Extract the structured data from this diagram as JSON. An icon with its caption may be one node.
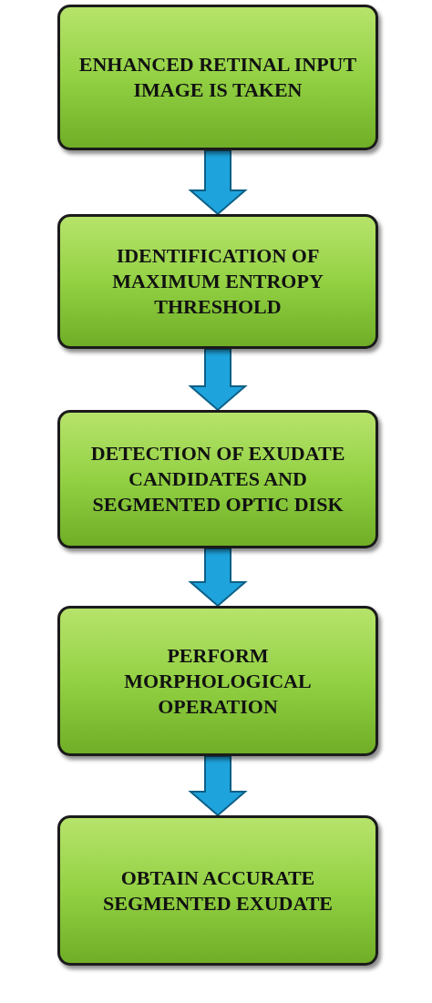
{
  "diagram": {
    "nodes": [
      {
        "text": [
          "ENHANCED RETINAL INPUT IMAGE IS TAKEN"
        ]
      },
      {
        "text": [
          "IDENTIFICATION OF MAXIMUM ENTROPY THRESHOLD"
        ]
      },
      {
        "text": [
          "DETECTION OF EXUDATE CANDIDATES AND SEGMENTED OPTIC DISK"
        ]
      },
      {
        "text": [
          "PERFORM MORPHOLOGICAL OPERATION"
        ]
      },
      {
        "text": [
          "OBTAIN ACCURATE SEGMENTED EXUDATE"
        ]
      }
    ],
    "edges": [
      {
        "from": 0,
        "to": 1,
        "arrow": "to"
      },
      {
        "from": 1,
        "to": 2,
        "arrow": "to"
      },
      {
        "from": 2,
        "to": 3,
        "arrow": "to"
      },
      {
        "from": 3,
        "to": 4,
        "arrow": "to"
      }
    ]
  }
}
